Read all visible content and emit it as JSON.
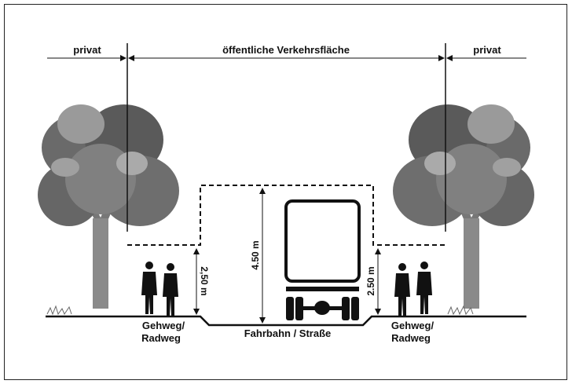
{
  "labels": {
    "private_left": "privat",
    "public_area": "öffentliche Verkehrsfläche",
    "private_right": "privat",
    "height_left": "2,50 m",
    "height_center": "4.50 m",
    "height_right": "2.50 m",
    "sidewalk_left_1": "Gehweg/",
    "sidewalk_left_2": "Radweg",
    "road": "Fahrbahn / Straße",
    "sidewalk_right_1": "Gehweg/",
    "sidewalk_right_2": "Radweg"
  }
}
